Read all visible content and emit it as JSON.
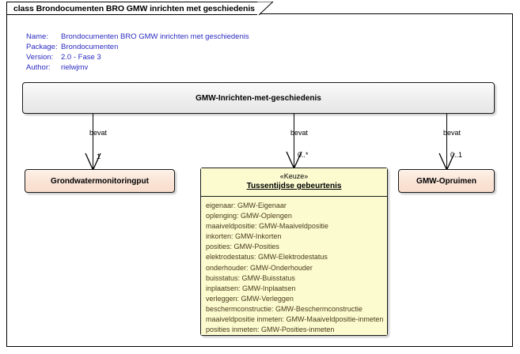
{
  "diagram": {
    "tab_label": "class Brondocumenten BRO GMW inrichten met geschiedenis",
    "info": [
      {
        "key": "Name:",
        "value": "Brondocumenten BRO GMW inrichten met geschiedenis"
      },
      {
        "key": "Package:",
        "value": "Brondocumenten"
      },
      {
        "key": "Version:",
        "value": "2.0 - Fase 3"
      },
      {
        "key": "Author:",
        "value": "rielwjmv"
      }
    ],
    "colors": {
      "info_text": "#2b2bc0",
      "root_fill": "#eeeeee",
      "class_fill": "#fae3d5",
      "choice_fill": "#fcfbd0",
      "attr_text": "#4a3b1a",
      "border": "#1a1a1a"
    }
  },
  "classes": {
    "root": {
      "name": "GMW-Inrichten-met-geschiedenis"
    },
    "grondwater": {
      "name": "Grondwatermonitoringput"
    },
    "opruimen": {
      "name": "GMW-Opruimen"
    },
    "keuze": {
      "stereotype": "«Keuze»",
      "name": "Tussentijdse gebeurtenis",
      "attributes": [
        "eigenaar: GMW-Eigenaar",
        "oplenging: GMW-Oplengen",
        "maaiveldpositie: GMW-Maaiveldpositie",
        "inkorten: GMW-Inkorten",
        "posities: GMW-Posities",
        "elektrodestatus: GMW-Elektrodestatus",
        "onderhouder: GMW-Onderhouder",
        "buisstatus: GMW-Buisstatus",
        "inplaatsen: GMW-Inplaatsen",
        "verleggen: GMW-Verleggen",
        "beschermconstructie: GMW-Beschermconstructie",
        "maaiveldpositie inmeten: GMW-Maaiveldpositie-inmeten",
        "posities inmeten: GMW-Posities-inmeten"
      ]
    }
  },
  "connectors": [
    {
      "id": "left",
      "label": "bevat",
      "multiplicity": "1"
    },
    {
      "id": "center",
      "label": "bevat",
      "multiplicity": "0..*"
    },
    {
      "id": "right",
      "label": "bevat",
      "multiplicity": "0..1"
    }
  ]
}
